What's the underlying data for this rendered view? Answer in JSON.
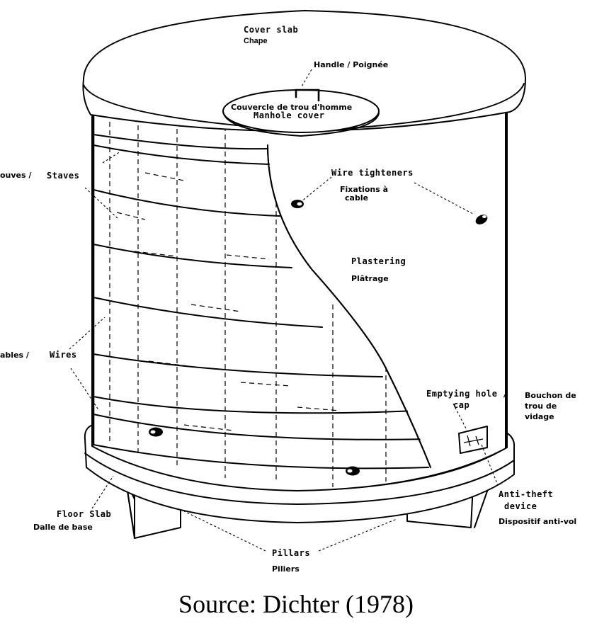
{
  "figure": {
    "caption": "Source: Dichter (1978)",
    "colors": {
      "ink": "#000000",
      "paper": "#ffffff"
    }
  },
  "labels": {
    "cover_slab": {
      "en": "Cover slab",
      "fr": "Chape"
    },
    "handle": {
      "text": "Handle / Poignée"
    },
    "manhole_cover": {
      "fr": "Couvercle de trou d'homme",
      "en": "Manhole cover"
    },
    "staves": {
      "fr": "ouves /",
      "en": "Staves"
    },
    "wire_tighteners": {
      "en": "Wire tighteners",
      "fr_line1": "Fixations à",
      "fr_line2": "cable"
    },
    "plastering": {
      "en": "Plastering",
      "fr": "Plâtrage"
    },
    "wires": {
      "fr": "ables /",
      "en": "Wires"
    },
    "emptying_hole": {
      "en_line1": "Emptying hole /",
      "en_line2": "cap",
      "fr_line1": "Bouchon de",
      "fr_line2": "trou de",
      "fr_line3": "vidage"
    },
    "anti_theft": {
      "en_line1": "Anti-theft",
      "en_line2": "device",
      "fr": "Dispositif anti-vol"
    },
    "floor_slab": {
      "en": "Floor Slab",
      "fr": "Dalle de base"
    },
    "pillars": {
      "en": "Pillars",
      "fr": "Piliers"
    }
  }
}
